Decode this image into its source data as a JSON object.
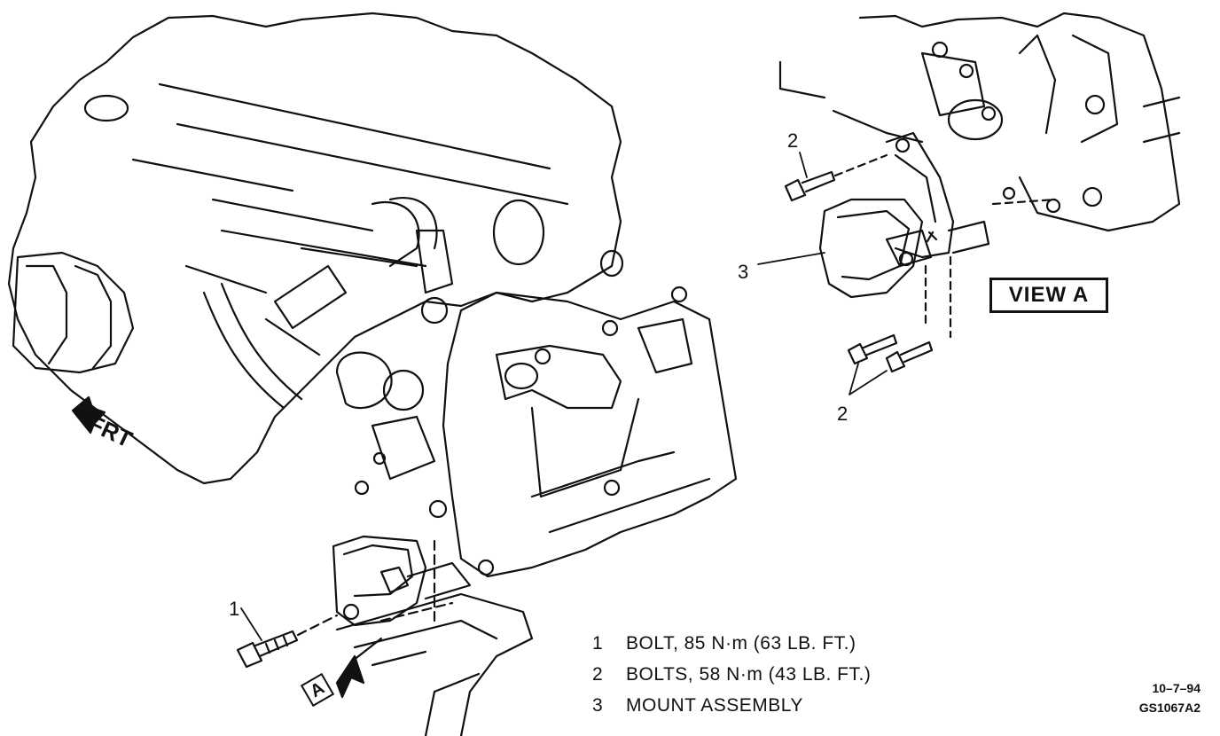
{
  "diagram": {
    "view_label": "VIEW A",
    "front_label": "FRT",
    "view_marker": "A",
    "callouts": {
      "main_bolt": "1",
      "view_bolt_top": "2",
      "view_mount": "3",
      "view_bolts_bottom": "2"
    },
    "legend": [
      {
        "num": "1",
        "text": "BOLT, 85 N·m (63 LB. FT.)"
      },
      {
        "num": "2",
        "text": "BOLTS, 58 N·m (43 LB. FT.)"
      },
      {
        "num": "3",
        "text": "MOUNT ASSEMBLY"
      }
    ],
    "date_stamp": "10–7–94",
    "figure_code": "GS1067A2"
  }
}
